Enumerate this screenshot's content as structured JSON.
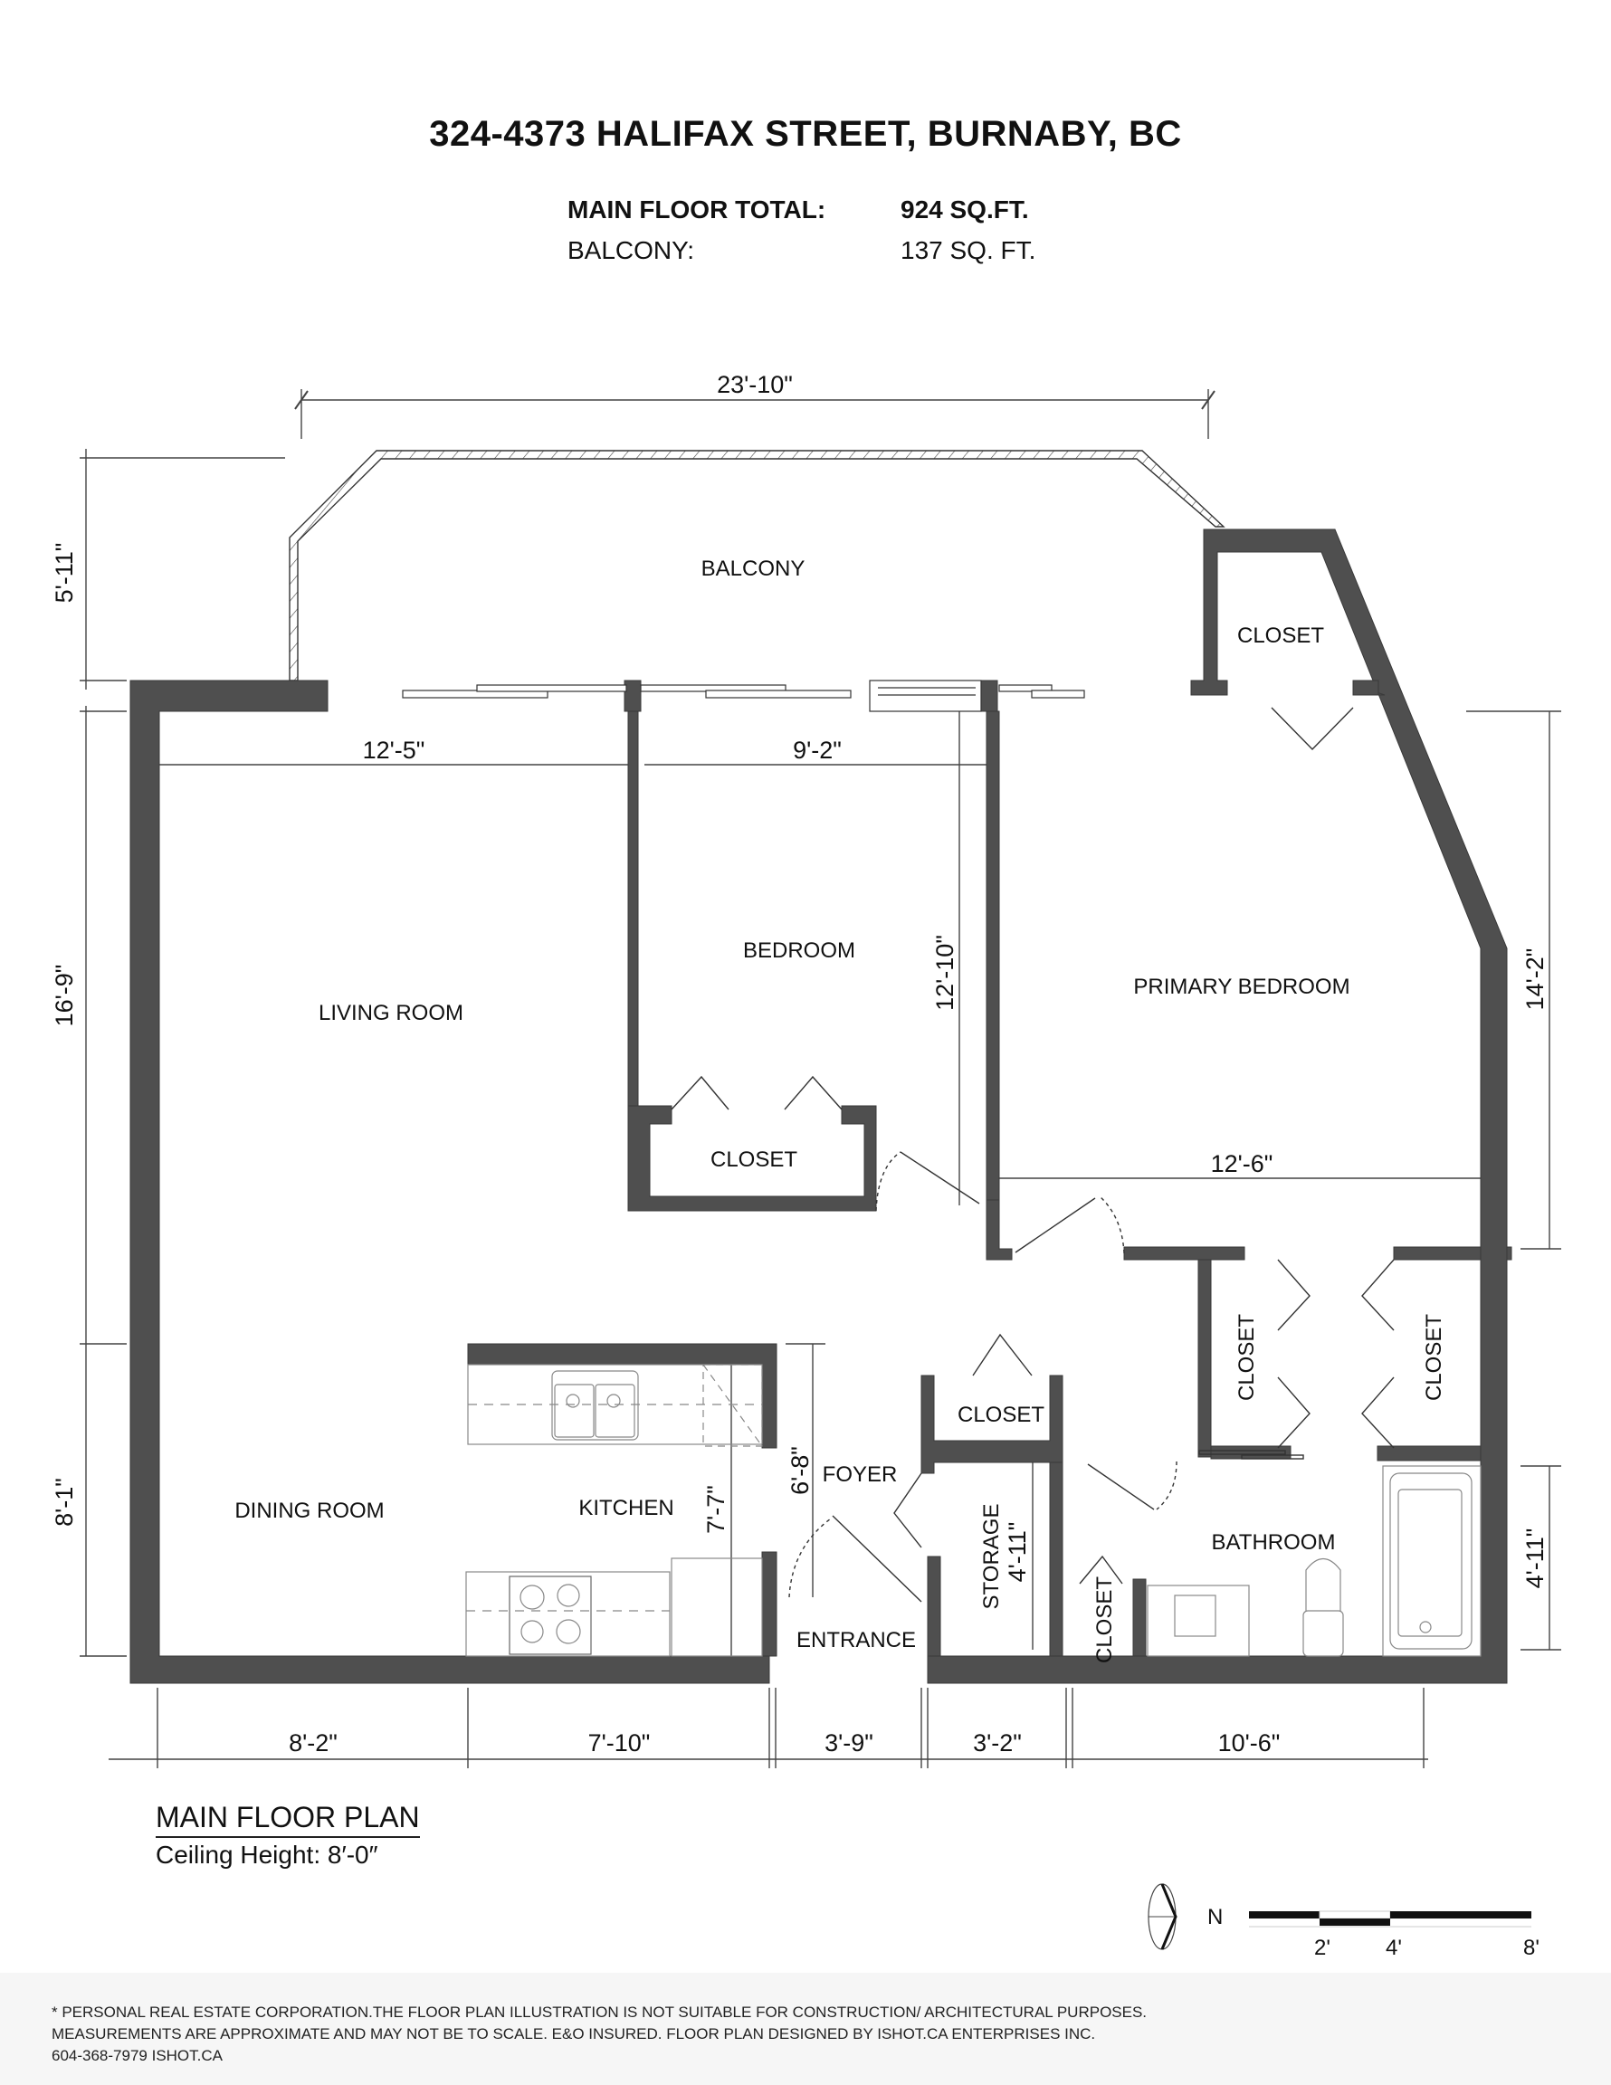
{
  "header": {
    "address": "324-4373 HALIFAX STREET, BURNABY, BC",
    "areas": [
      {
        "label": "MAIN FLOOR TOTAL:",
        "value": "924 SQ.FT."
      },
      {
        "label": "BALCONY:",
        "value": "137 SQ. FT."
      }
    ]
  },
  "rooms": {
    "balcony": "BALCONY",
    "closet_top_right": "CLOSET",
    "living_room": "LIVING ROOM",
    "bedroom": "BEDROOM",
    "primary_bedroom": "PRIMARY BEDROOM",
    "bedroom_closet": "CLOSET",
    "dining_room": "DINING ROOM",
    "kitchen": "KITCHEN",
    "foyer": "FOYER",
    "entrance": "ENTRANCE",
    "foyer_closet": "CLOSET",
    "storage": "STORAGE",
    "bath_closet": "CLOSET",
    "walkin_closet_left": "CLOSET",
    "walkin_closet_right": "CLOSET",
    "bathroom": "BATHROOM"
  },
  "dimensions": {
    "overall_width": "23'-10\"",
    "balcony_depth": "5'-11\"",
    "living_width": "12'-5\"",
    "bedroom_width": "9'-2\"",
    "bedroom_depth": "12'-10\"",
    "living_depth": "16'-9\"",
    "primary_width": "12'-6\"",
    "primary_depth": "14'-2\"",
    "dining_depth": "8'-1\"",
    "kitchen_depth": "7'-7\"",
    "foyer_depth": "6'-8\"",
    "storage_depth": "4'-11\"",
    "bath_depth": "4'-11\"",
    "bottom": [
      "8'-2\"",
      "7'-10\"",
      "3'-9\"",
      "3'-2\"",
      "10'-6\""
    ]
  },
  "legend": {
    "plan_title": "MAIN FLOOR PLAN",
    "ceiling": "Ceiling Height: 8′-0″",
    "north": "N",
    "scale_ticks": [
      "2'",
      "4'",
      "8'"
    ]
  },
  "footer": {
    "lines": [
      "* PERSONAL REAL ESTATE CORPORATION.THE FLOOR PLAN ILLUSTRATION IS NOT SUITABLE FOR CONSTRUCTION/ ARCHITECTURAL PURPOSES.",
      "MEASUREMENTS ARE APPROXIMATE AND MAY NOT BE TO SCALE. E&O INSURED. FLOOR PLAN DESIGNED BY ISHOT.CA ENTERPRISES INC.",
      "604-368-7979  ISHOT.CA"
    ]
  },
  "colors": {
    "wall": "#4f4f4f",
    "line": "#333333",
    "footer_bg": "#f6f6f6"
  }
}
